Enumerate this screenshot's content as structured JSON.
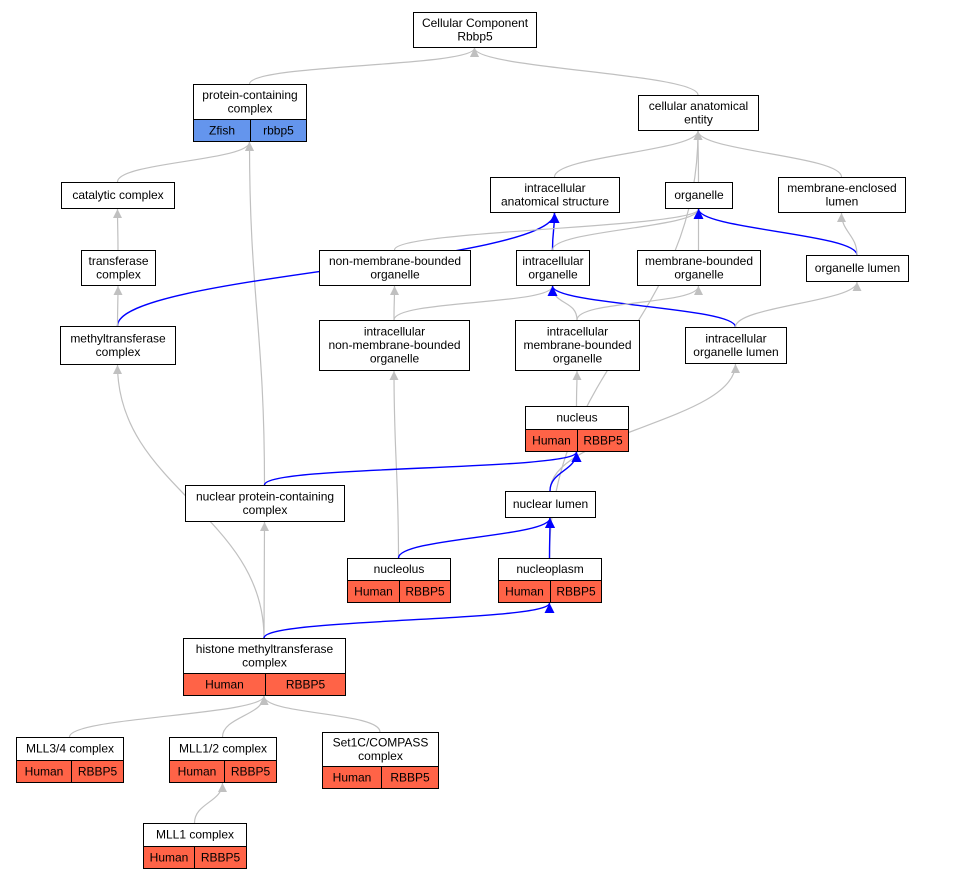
{
  "colors": {
    "edge_default": "#c0c0c0",
    "edge_highlight": "#0000ff",
    "human_fill": "#ff6347",
    "zfish_fill": "#6495ed",
    "node_fill": "#ffffff",
    "node_stroke": "#000000"
  },
  "nodes": {
    "root": {
      "lines": [
        "Cellular Component",
        "Rbbp5"
      ]
    },
    "protein_complex": {
      "lines": [
        "protein-containing",
        "complex"
      ],
      "ann": [
        "Zfish",
        "rbbp5"
      ],
      "ann_color": "zfish"
    },
    "cae": {
      "lines": [
        "cellular anatomical",
        "entity"
      ]
    },
    "catalytic": {
      "lines": [
        "catalytic complex"
      ]
    },
    "ias": {
      "lines": [
        "intracellular",
        "anatomical structure"
      ]
    },
    "organelle": {
      "lines": [
        "organelle"
      ]
    },
    "mel": {
      "lines": [
        "membrane-enclosed",
        "lumen"
      ]
    },
    "transferase": {
      "lines": [
        "transferase",
        "complex"
      ]
    },
    "nmbo": {
      "lines": [
        "non-membrane-bounded",
        "organelle"
      ]
    },
    "io": {
      "lines": [
        "intracellular",
        "organelle"
      ]
    },
    "mbo": {
      "lines": [
        "membrane-bounded",
        "organelle"
      ]
    },
    "ol": {
      "lines": [
        "organelle lumen"
      ]
    },
    "methyl": {
      "lines": [
        "methyltransferase",
        "complex"
      ]
    },
    "inmbo": {
      "lines": [
        "intracellular",
        "non-membrane-bounded",
        "organelle"
      ]
    },
    "imbo": {
      "lines": [
        "intracellular",
        "membrane-bounded",
        "organelle"
      ]
    },
    "iol": {
      "lines": [
        "intracellular",
        "organelle lumen"
      ]
    },
    "nucleus": {
      "lines": [
        "nucleus"
      ],
      "ann": [
        "Human",
        "RBBP5"
      ],
      "ann_color": "human"
    },
    "npc": {
      "lines": [
        "nuclear protein-containing",
        "complex"
      ]
    },
    "nlumen": {
      "lines": [
        "nuclear lumen"
      ]
    },
    "nucleolus": {
      "lines": [
        "nucleolus"
      ],
      "ann": [
        "Human",
        "RBBP5"
      ],
      "ann_color": "human"
    },
    "nucleoplasm": {
      "lines": [
        "nucleoplasm"
      ],
      "ann": [
        "Human",
        "RBBP5"
      ],
      "ann_color": "human"
    },
    "hmt": {
      "lines": [
        "histone methyltransferase",
        "complex"
      ],
      "ann": [
        "Human",
        "RBBP5"
      ],
      "ann_color": "human"
    },
    "mll34": {
      "lines": [
        "MLL3/4 complex"
      ],
      "ann": [
        "Human",
        "RBBP5"
      ],
      "ann_color": "human"
    },
    "mll12": {
      "lines": [
        "MLL1/2 complex"
      ],
      "ann": [
        "Human",
        "RBBP5"
      ],
      "ann_color": "human"
    },
    "set1c": {
      "lines": [
        "Set1C/COMPASS",
        "complex"
      ],
      "ann": [
        "Human",
        "RBBP5"
      ],
      "ann_color": "human"
    },
    "mll1": {
      "lines": [
        "MLL1 complex"
      ],
      "ann": [
        "Human",
        "RBBP5"
      ],
      "ann_color": "human"
    }
  },
  "edges": [
    {
      "from": "protein_complex",
      "to": "root",
      "highlight": false
    },
    {
      "from": "cae",
      "to": "root",
      "highlight": false
    },
    {
      "from": "catalytic",
      "to": "protein_complex",
      "highlight": false
    },
    {
      "from": "npc",
      "to": "protein_complex",
      "highlight": false
    },
    {
      "from": "ias",
      "to": "cae",
      "highlight": false
    },
    {
      "from": "organelle",
      "to": "cae",
      "highlight": false
    },
    {
      "from": "mel",
      "to": "cae",
      "highlight": false
    },
    {
      "from": "nucleoplasm",
      "to": "cae",
      "highlight": false
    },
    {
      "from": "transferase",
      "to": "catalytic",
      "highlight": false
    },
    {
      "from": "methyl",
      "to": "ias",
      "highlight": true
    },
    {
      "from": "io",
      "to": "ias",
      "highlight": true
    },
    {
      "from": "nmbo",
      "to": "organelle",
      "highlight": false
    },
    {
      "from": "io",
      "to": "organelle",
      "highlight": false
    },
    {
      "from": "mbo",
      "to": "organelle",
      "highlight": false
    },
    {
      "from": "ol",
      "to": "organelle",
      "highlight": true
    },
    {
      "from": "ol",
      "to": "mel",
      "highlight": false
    },
    {
      "from": "methyl",
      "to": "transferase",
      "highlight": false
    },
    {
      "from": "inmbo",
      "to": "nmbo",
      "highlight": false
    },
    {
      "from": "inmbo",
      "to": "io",
      "highlight": false
    },
    {
      "from": "imbo",
      "to": "io",
      "highlight": false
    },
    {
      "from": "iol",
      "to": "io",
      "highlight": true
    },
    {
      "from": "imbo",
      "to": "mbo",
      "highlight": false
    },
    {
      "from": "iol",
      "to": "ol",
      "highlight": false
    },
    {
      "from": "hmt",
      "to": "methyl",
      "highlight": false
    },
    {
      "from": "nucleolus",
      "to": "inmbo",
      "highlight": false
    },
    {
      "from": "nucleus",
      "to": "imbo",
      "highlight": false
    },
    {
      "from": "nlumen",
      "to": "iol",
      "highlight": false
    },
    {
      "from": "npc",
      "to": "nucleus",
      "highlight": true
    },
    {
      "from": "nlumen",
      "to": "nucleus",
      "highlight": true
    },
    {
      "from": "hmt",
      "to": "npc",
      "highlight": false
    },
    {
      "from": "nucleolus",
      "to": "nlumen",
      "highlight": true
    },
    {
      "from": "nucleoplasm",
      "to": "nlumen",
      "highlight": true
    },
    {
      "from": "hmt",
      "to": "nucleoplasm",
      "highlight": true
    },
    {
      "from": "mll34",
      "to": "hmt",
      "highlight": false
    },
    {
      "from": "mll12",
      "to": "hmt",
      "highlight": false
    },
    {
      "from": "set1c",
      "to": "hmt",
      "highlight": false
    },
    {
      "from": "mll1",
      "to": "mll12",
      "highlight": false
    }
  ]
}
